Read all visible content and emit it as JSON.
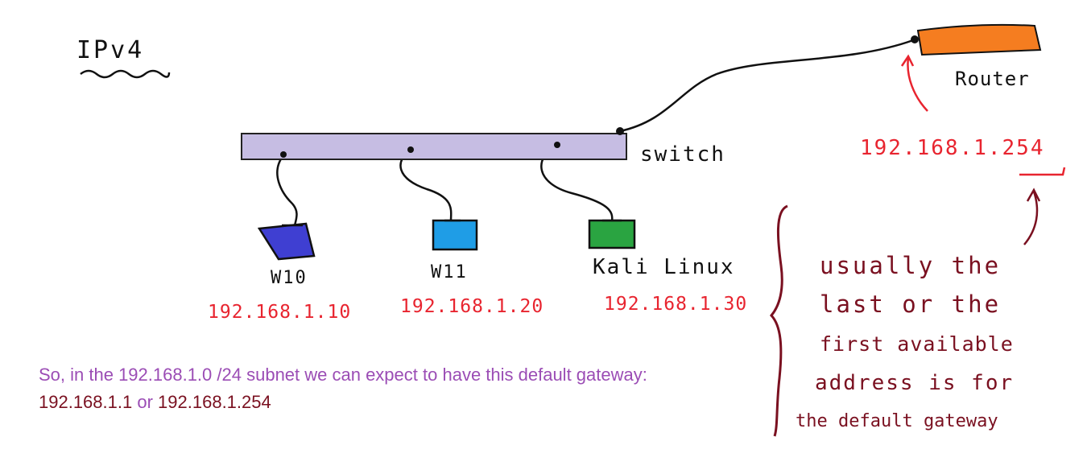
{
  "title": "IPv4",
  "switch": {
    "label": "switch",
    "color": "#c6bde3"
  },
  "router": {
    "label": "Router",
    "color": "#f57d20",
    "ip": "192.168.1.254"
  },
  "hosts": [
    {
      "name": "W10",
      "ip": "192.168.1.10",
      "color": "#3f3fd2"
    },
    {
      "name": "W11",
      "ip": "192.168.1.20",
      "color": "#1f9de6"
    },
    {
      "name": "Kali Linux",
      "ip": "192.168.1.30",
      "color": "#2aa441"
    }
  ],
  "note": {
    "lines": [
      "usually the",
      "last or the",
      "first available",
      "address is for",
      "the default gateway"
    ],
    "color": "#7a1020"
  },
  "caption": {
    "text": "So, in the 192.168.1.0 /24 subnet we can expect to have this default gateway:",
    "gateway_1": "192.168.1.1",
    "or_word": "or",
    "gateway_2": "192.168.1.254"
  },
  "colors": {
    "ip_red": "#e8242f",
    "ink": "#111111",
    "caption": "#9b4db5",
    "emphasis": "#7a1020"
  }
}
